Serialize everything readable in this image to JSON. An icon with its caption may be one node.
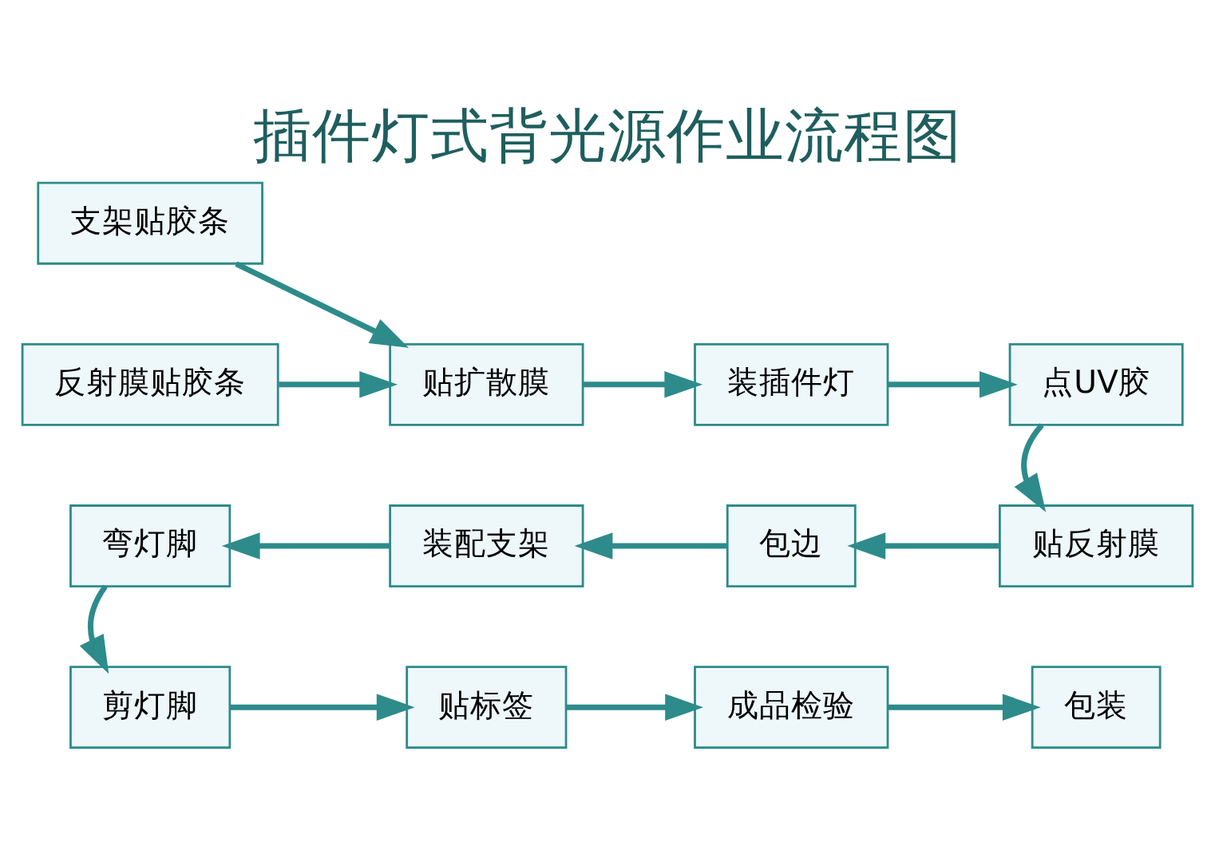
{
  "diagram": {
    "title": "插件灯式背光源作业流程图",
    "nodes": [
      {
        "text": [
          "支架贴胶条"
        ]
      },
      {
        "text": [
          "反射膜贴胶条"
        ]
      },
      {
        "text": [
          "贴扩散膜"
        ]
      },
      {
        "text": [
          "装插件灯"
        ]
      },
      {
        "text": [
          "点UV胶"
        ]
      },
      {
        "text": [
          "贴反射膜"
        ]
      },
      {
        "text": [
          "包边"
        ]
      },
      {
        "text": [
          "装配支架"
        ]
      },
      {
        "text": [
          "弯灯脚"
        ]
      },
      {
        "text": [
          "剪灯脚"
        ]
      },
      {
        "text": [
          "贴标签"
        ]
      },
      {
        "text": [
          "成品检验"
        ]
      },
      {
        "text": [
          "包装"
        ]
      }
    ],
    "edges": [
      {
        "from": 0,
        "to": 2,
        "arrow": "to"
      },
      {
        "from": 1,
        "to": 2,
        "arrow": "to"
      },
      {
        "from": 2,
        "to": 3,
        "arrow": "to"
      },
      {
        "from": 3,
        "to": 4,
        "arrow": "to"
      },
      {
        "from": 4,
        "to": 5,
        "arrow": "to"
      },
      {
        "from": 5,
        "to": 6,
        "arrow": "to"
      },
      {
        "from": 6,
        "to": 7,
        "arrow": "to"
      },
      {
        "from": 7,
        "to": 8,
        "arrow": "to"
      },
      {
        "from": 8,
        "to": 9,
        "arrow": "to"
      },
      {
        "from": 9,
        "to": 10,
        "arrow": "to"
      },
      {
        "from": 10,
        "to": 11,
        "arrow": "to"
      },
      {
        "from": 11,
        "to": 12,
        "arrow": "to"
      }
    ]
  }
}
